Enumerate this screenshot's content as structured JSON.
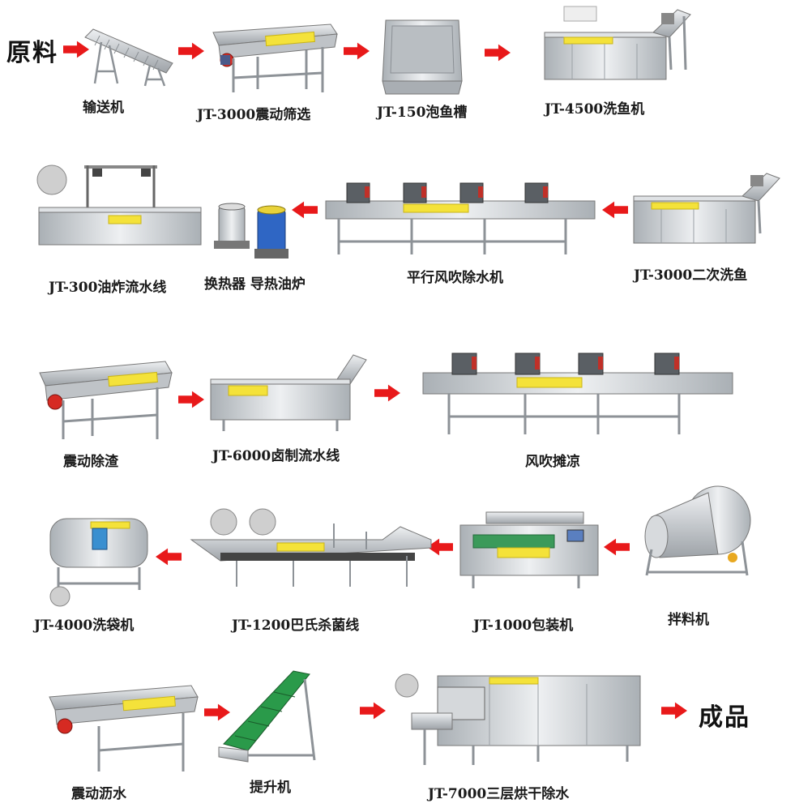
{
  "start_label": "原料",
  "end_label": "成品",
  "arrow_color": "#e8191a",
  "steel_color": "#c9ccd0",
  "rows": [
    {
      "direction": "right",
      "steps": [
        {
          "label": "输送机",
          "icon": "incline-conveyor-icon"
        },
        {
          "label": "JT-3000震动筛选",
          "icon": "vibrating-screen-icon"
        },
        {
          "label": "JT-150泡鱼槽",
          "icon": "soaking-tank-icon"
        },
        {
          "label": "JT-4500洗鱼机",
          "icon": "fish-washer-icon"
        }
      ]
    },
    {
      "direction": "left",
      "steps": [
        {
          "label": "JT-3000二次洗鱼",
          "icon": "fish-washer-icon"
        },
        {
          "label": "平行风吹除水机",
          "icon": "air-dryer-icon"
        },
        {
          "label": "换热器 导热油炉",
          "icon": "oil-heater-icon"
        },
        {
          "label": "JT-300油炸流水线",
          "icon": "frying-line-icon"
        }
      ]
    },
    {
      "direction": "right",
      "steps": [
        {
          "label": "震动除渣",
          "icon": "vibrating-screen-icon"
        },
        {
          "label": "JT-6000卤制流水线",
          "icon": "marinating-line-icon"
        },
        {
          "label": "风吹摊凉",
          "icon": "air-dryer-icon"
        }
      ]
    },
    {
      "direction": "left",
      "steps": [
        {
          "label": "拌料机",
          "icon": "mixer-drum-icon"
        },
        {
          "label": "JT-1000包装机",
          "icon": "packaging-machine-icon"
        },
        {
          "label": "JT-1200巴氏杀菌线",
          "icon": "pasteurizer-line-icon"
        },
        {
          "label": "JT-4000洗袋机",
          "icon": "bag-washer-icon"
        }
      ]
    },
    {
      "direction": "right",
      "steps": [
        {
          "label": "震动沥水",
          "icon": "vibrating-screen-icon"
        },
        {
          "label": "提升机",
          "icon": "elevator-conveyor-icon"
        },
        {
          "label": "JT-7000三层烘干除水",
          "icon": "dryer-oven-icon"
        }
      ]
    }
  ]
}
